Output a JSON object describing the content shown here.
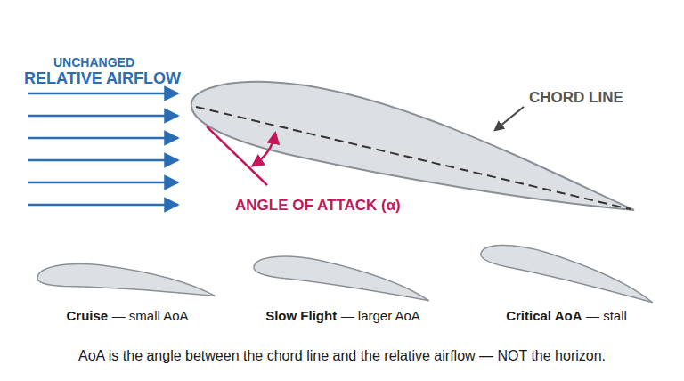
{
  "diagram": {
    "caption": "AoA is the angle between the chord line and the relative airflow — NOT the horizon.",
    "labels": [
      "UNCHANGED",
      "RELATIVE AIRFLOW",
      "CHORD LINE",
      "ANGLE OF ATTACK (α)",
      "Cruise",
      "— small AoA",
      "Slow Flight",
      "— larger AoA",
      "Critical AoA",
      "— stall"
    ]
  }
}
